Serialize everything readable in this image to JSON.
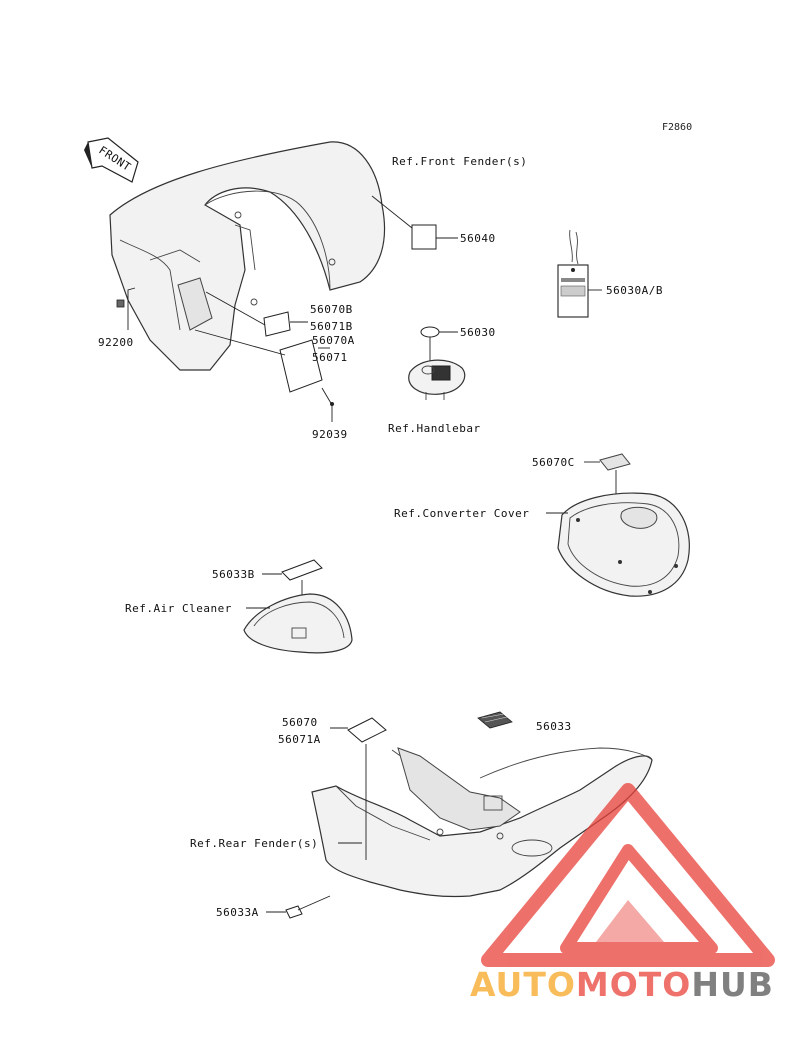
{
  "figure_code": "F2860",
  "front_arrow": "FRONT",
  "references": {
    "front_fender": "Ref.Front Fender(s)",
    "handlebar": "Ref.Handlebar",
    "converter_cover": "Ref.Converter Cover",
    "air_cleaner": "Ref.Air Cleaner",
    "rear_fender": "Ref.Rear Fender(s)"
  },
  "parts": {
    "p56040": "56040",
    "p56030ab": "56030A/B",
    "p92200": "92200",
    "p56070b": "56070B",
    "p56071b": "56071B",
    "p56070a": "56070A",
    "p56071": "56071",
    "p56030": "56030",
    "p92039": "92039",
    "p56070c": "56070C",
    "p56033b": "56033B",
    "p56070": "56070",
    "p56071a": "56071A",
    "p56033": "56033",
    "p56033a": "56033A"
  },
  "watermark": {
    "part1": "AUTO",
    "part2": "MOTO",
    "part3": "HUB",
    "color_red": "#e8413a",
    "color_orange": "#f5a623",
    "color_gray": "#555555"
  }
}
